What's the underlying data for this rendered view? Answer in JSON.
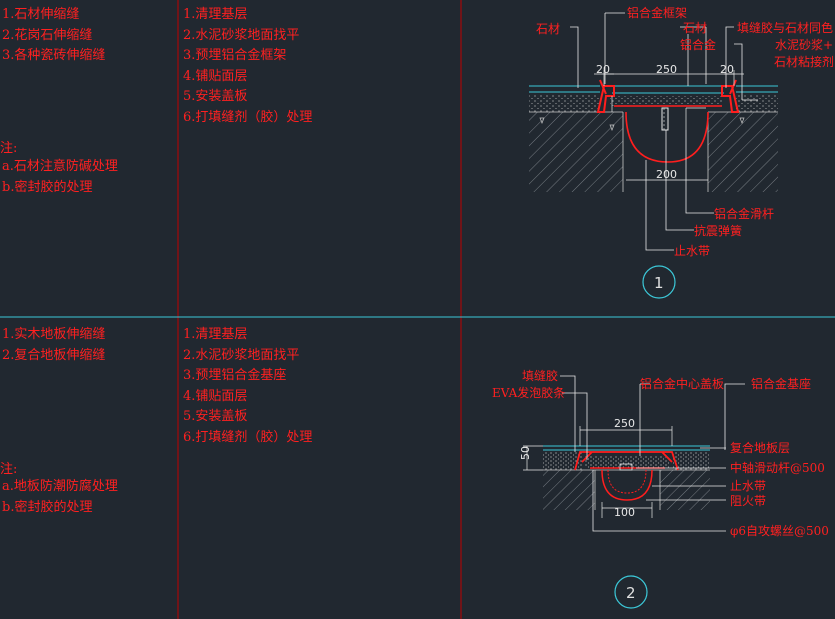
{
  "colors": {
    "background": "#212830",
    "grid_red": "#c00000",
    "grid_cyan": "#3cc8d8",
    "text_red": "#ff2020",
    "leader_white": "#e8e8e8"
  },
  "panel1": {
    "types": [
      "1.石材伸缩缝",
      "2.花岗石伸缩缝",
      "3.各种瓷砖伸缩缝"
    ],
    "steps": [
      "1.清理基层",
      "2.水泥砂浆地面找平",
      "3.预埋铝合金框架",
      "4.铺贴面层",
      "5.安装盖板",
      "6.打填缝剂（胶）处理"
    ],
    "note_title": "注:",
    "notes": [
      "a.石材注意防碱处理",
      "b.密封胶的处理"
    ],
    "labels": {
      "stone": "石材",
      "al_frame": "铝合金框架",
      "stone2": "石材",
      "al": "铝合金",
      "filler": "填缝胶与石材同色",
      "mortar": "水泥砂浆+",
      "stone_adhesive": "石材粘接剂",
      "slide_bar": "铝合金滑杆",
      "spring": "抗震弹簧",
      "waterstop": "止水带"
    },
    "dims": {
      "top": "250",
      "left": "20",
      "right": "20",
      "bottom": "200"
    },
    "badge": "1"
  },
  "panel2": {
    "types": [
      "1.实木地板伸缩缝",
      "2.复合地板伸缩缝"
    ],
    "steps": [
      "1.清理基层",
      "2.水泥砂浆地面找平",
      "3.预埋铝合金基座",
      "4.铺贴面层",
      "5.安装盖板",
      "6.打填缝剂（胶）处理"
    ],
    "note_title": "注:",
    "notes": [
      "a.地板防潮防腐处理",
      "b.密封胶的处理"
    ],
    "labels": {
      "filler": "填缝胶",
      "eva": "EVA发泡胶条",
      "center_plate": "铝合金中心盖板",
      "base": "铝合金基座",
      "laminate": "复合地板层",
      "slide_rod": "中轴滑动杆@500",
      "waterstop": "止水带",
      "fire_belt": "阻火带",
      "screw": "φ6自攻螺丝@500"
    },
    "dims": {
      "top": "250",
      "left": "50",
      "bottom": "100"
    },
    "badge": "2"
  }
}
